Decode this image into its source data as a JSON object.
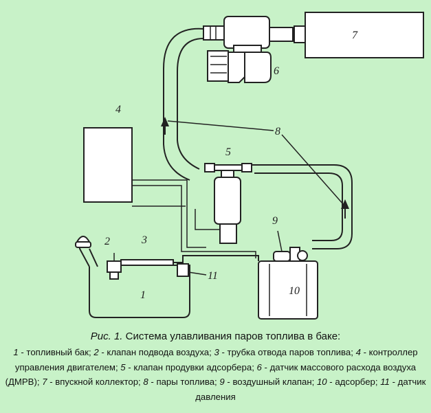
{
  "labels": {
    "n1": "1",
    "n2": "2",
    "n3": "3",
    "n4": "4",
    "n5": "5",
    "n6": "6",
    "n7": "7",
    "n8": "8",
    "n9": "9",
    "n10": "10",
    "n11": "11"
  },
  "caption": {
    "fig": "Рис. 1.",
    "title": "Система улавливания паров топлива в баке:",
    "legend": [
      {
        "num": "1",
        "text": "топливный бак;"
      },
      {
        "num": "2",
        "text": "клапан подвода  воздуха;"
      },
      {
        "num": "3",
        "text": "трубка отвода паров топлива;"
      },
      {
        "num": "4",
        "text": "контроллер управления двигателем;"
      },
      {
        "num": "5",
        "text": "клапан продувки адсорбера;"
      },
      {
        "num": "6",
        "text": "датчик массового расхода воздуха (ДМРВ);"
      },
      {
        "num": "7",
        "text": "впускной коллектор;"
      },
      {
        "num": "8",
        "text": "пары топлива;"
      },
      {
        "num": "9",
        "text": "воздушный клапан;"
      },
      {
        "num": "10",
        "text": "адсорбер;"
      },
      {
        "num": "11",
        "text": "датчик давления"
      }
    ]
  }
}
